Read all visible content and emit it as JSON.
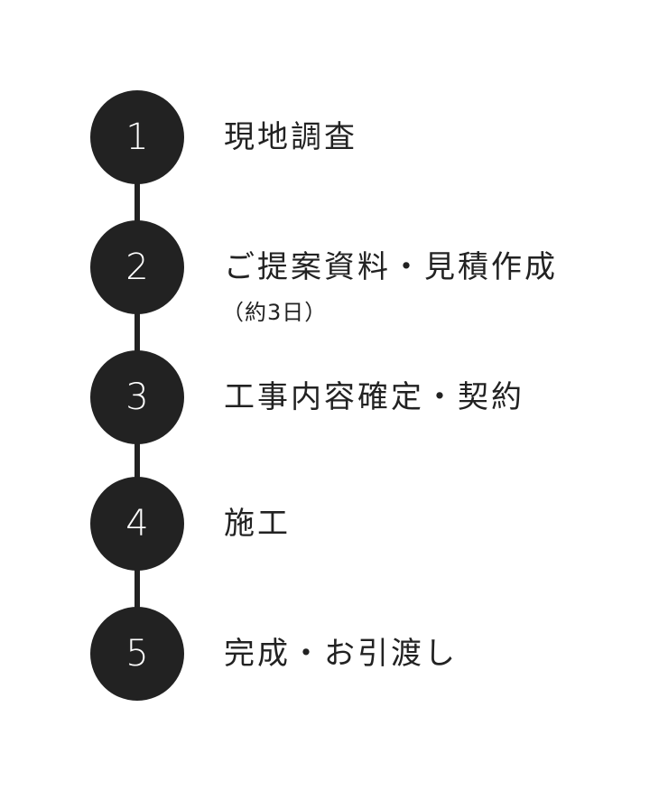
{
  "steps": [
    {
      "number": "1",
      "label": "現地調査",
      "note": ""
    },
    {
      "number": "2",
      "label": "ご提案資料・見積作成",
      "note": "（約3日）"
    },
    {
      "number": "3",
      "label": "工事内容確定・契約",
      "note": ""
    },
    {
      "number": "4",
      "label": "施工",
      "note": ""
    },
    {
      "number": "5",
      "label": "完成・お引渡し",
      "note": ""
    }
  ],
  "colors": {
    "circle": "#222222",
    "text": "#222222",
    "number": "#ffffff"
  }
}
